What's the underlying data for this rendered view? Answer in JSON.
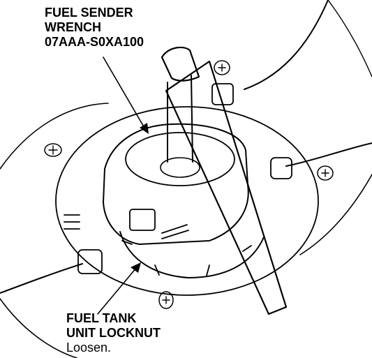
{
  "callouts": {
    "tool": {
      "line1": "FUEL SENDER",
      "line2": "WRENCH",
      "part_number": "07AAA-S0XA100"
    },
    "locknut": {
      "line1": "FUEL TANK",
      "line2": "UNIT LOCKNUT",
      "instruction": "Loosen."
    }
  },
  "colors": {
    "line": "#000000",
    "background": "#ffffff"
  }
}
